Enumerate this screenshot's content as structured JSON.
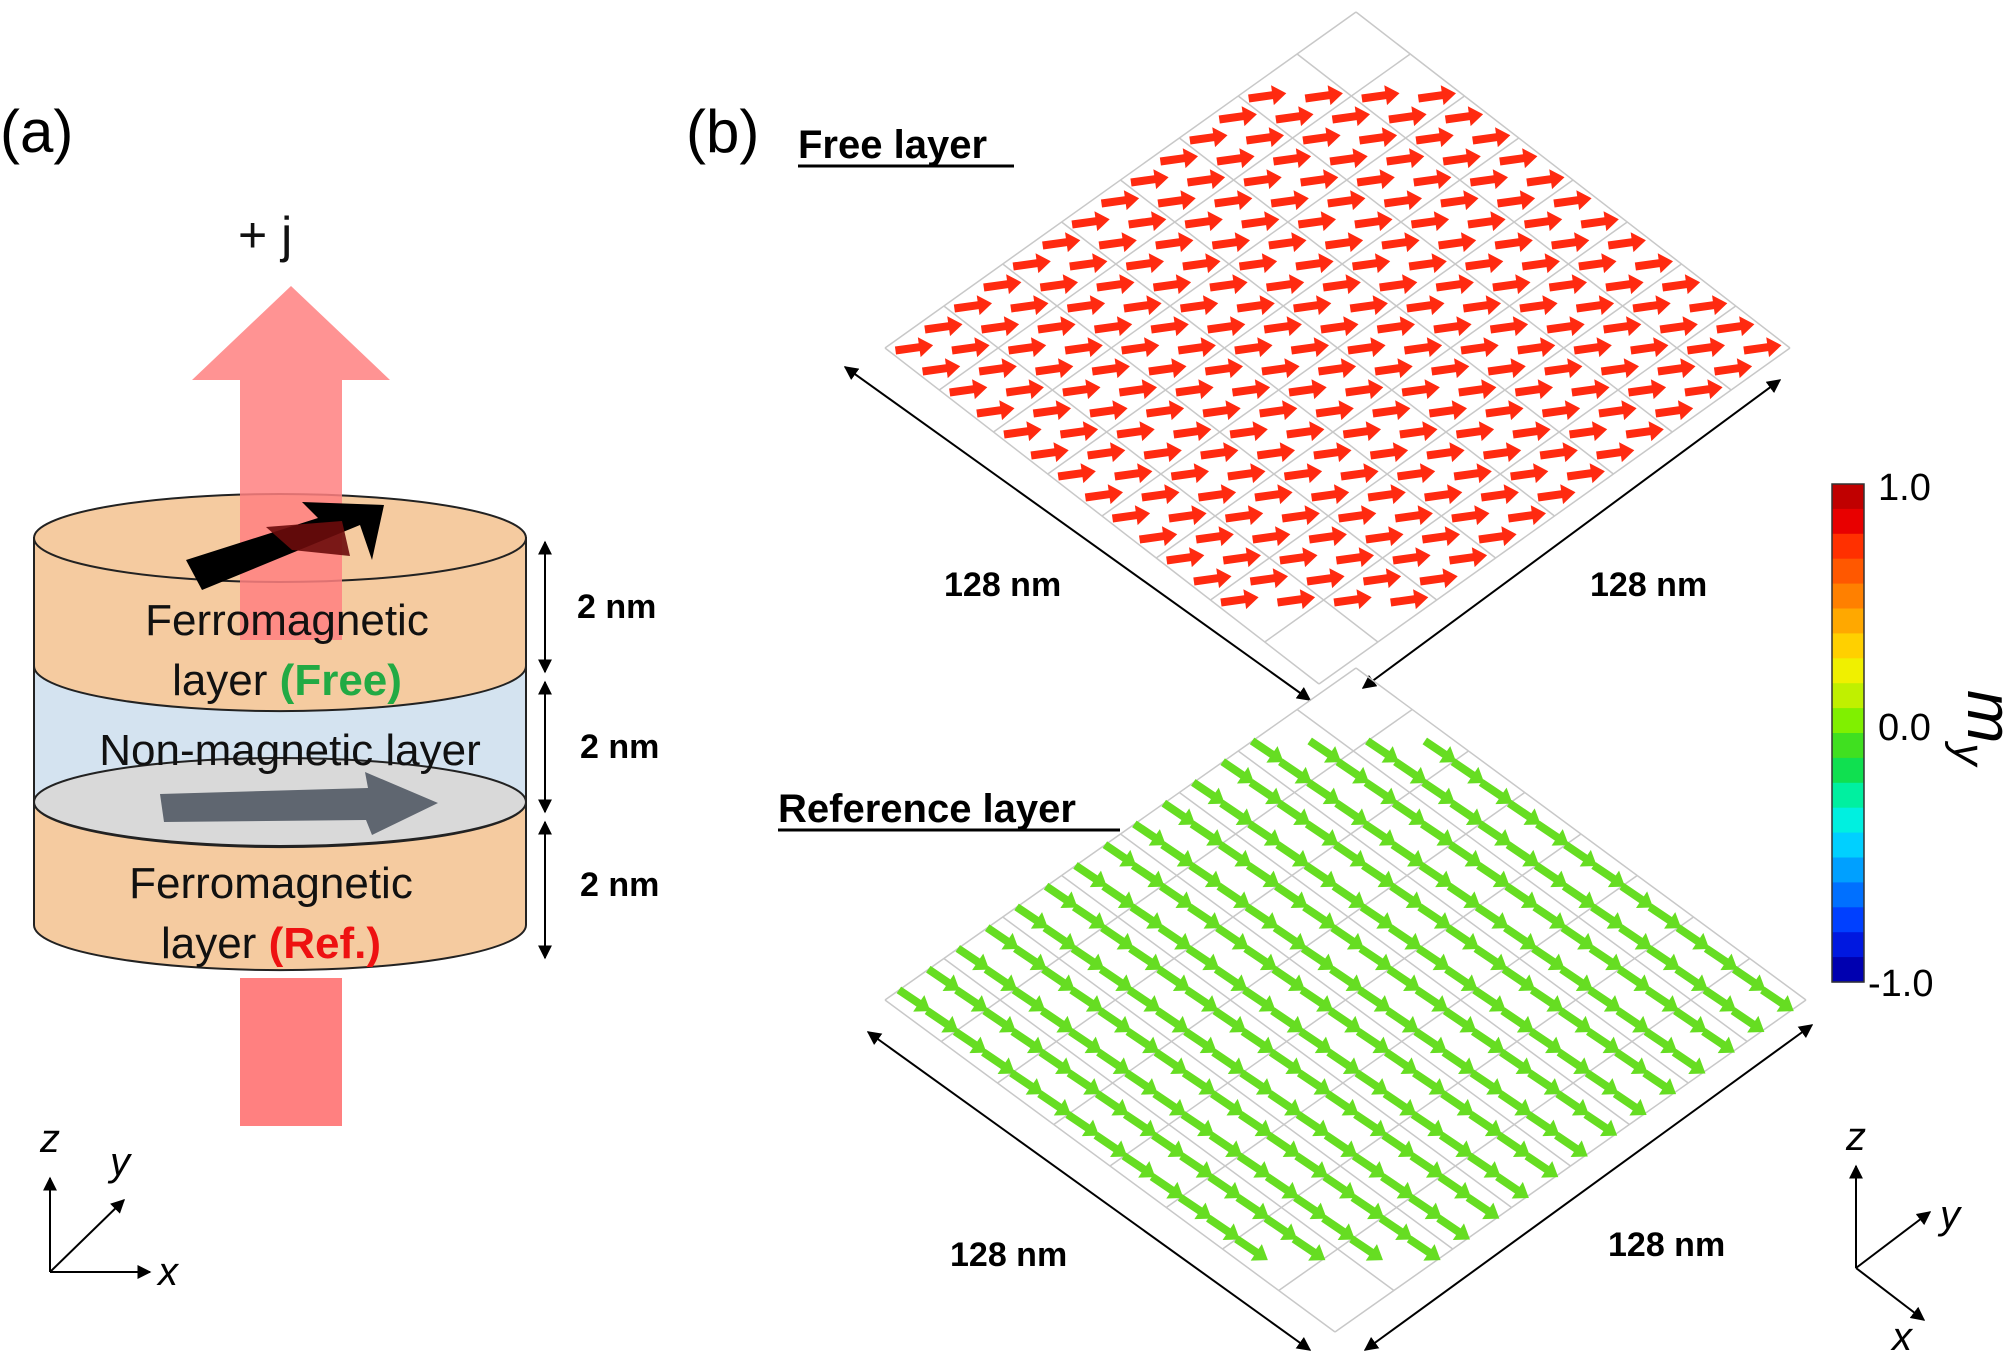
{
  "panel_a": {
    "label": "(a)",
    "current_label": "+ j",
    "free_layer": {
      "line1": "Ferromagnetic",
      "line2": "layer",
      "tag": "(Free)"
    },
    "spacer_layer": {
      "label": "Non-magnetic layer"
    },
    "ref_layer": {
      "line1": "Ferromagnetic",
      "line2": "layer",
      "tag": "(Ref.)"
    },
    "thickness": [
      "2 nm",
      "2 nm",
      "2 nm"
    ],
    "axes": {
      "z": "z",
      "y": "y",
      "x": "x"
    }
  },
  "panel_b": {
    "label": "(b)",
    "free_title": "Free layer",
    "ref_title": "Reference layer",
    "free_dims": [
      "128 nm",
      "128 nm"
    ],
    "ref_dims": [
      "128 nm",
      "128 nm"
    ],
    "colorbar": {
      "max_label": "1.0",
      "mid_label": "0.0",
      "min_label": "-1.0",
      "quantity": "m",
      "subscript": "y"
    },
    "axes": {
      "z": "z",
      "y": "y",
      "x": "x"
    }
  },
  "colors": {
    "free_arrow": "#ff2a10",
    "ref_arrow": "#66dd22",
    "current_arrow": "#ff8080",
    "layer_fill": "#f5cba0",
    "spacer_fill": "#d4e3f0",
    "free_tag": "#22aa44",
    "ref_tag": "#ee1111",
    "spacer_text": "#2a6ec0"
  },
  "colorbar_colors": [
    "#0000b0",
    "#0018e0",
    "#0040ff",
    "#0070ff",
    "#00a0ff",
    "#00d0ff",
    "#00f0e0",
    "#00f0a0",
    "#10e050",
    "#40e020",
    "#80f000",
    "#c0f000",
    "#f0f000",
    "#ffd000",
    "#ffa800",
    "#ff8000",
    "#ff5800",
    "#ff3000",
    "#e80000",
    "#c00000"
  ]
}
